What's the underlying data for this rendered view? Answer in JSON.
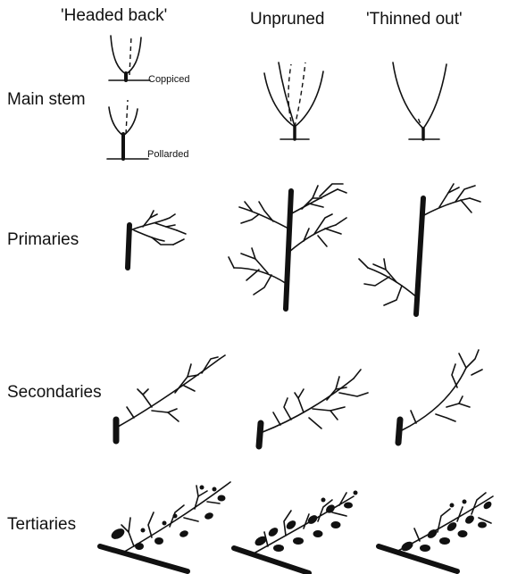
{
  "columns": {
    "headed_back": "'Headed back'",
    "unpruned": "Unpruned",
    "thinned_out": "'Thinned out'"
  },
  "rows": {
    "main_stem": "Main stem",
    "primaries": "Primaries",
    "secondaries": "Secondaries",
    "tertiaries": "Tertiaries"
  },
  "annotations": {
    "coppiced": "Coppiced",
    "pollarded": "Pollarded"
  },
  "colors": {
    "ink": "#111111",
    "background": "#ffffff"
  }
}
